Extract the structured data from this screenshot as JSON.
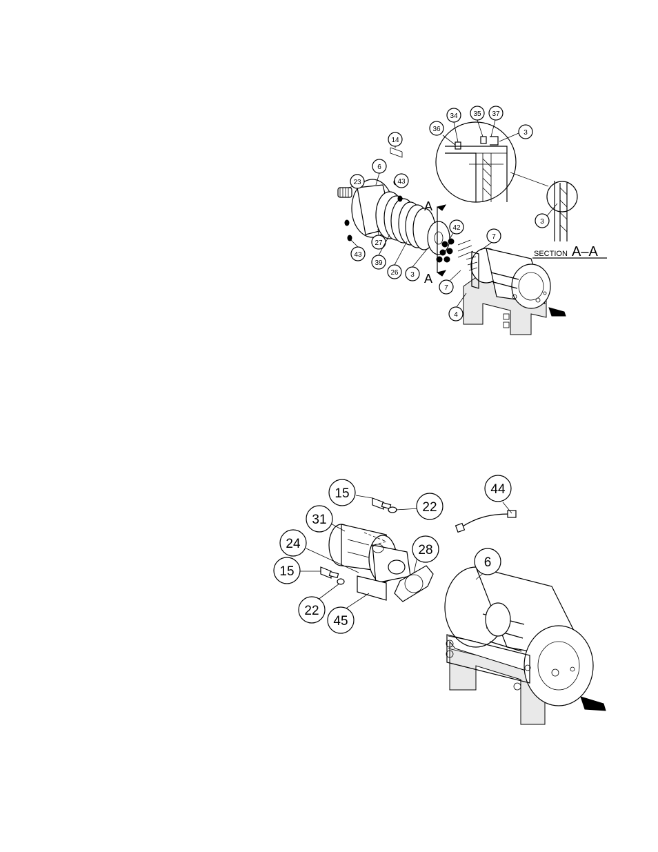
{
  "diagram_top": {
    "callouts": [
      {
        "id": "c-14",
        "text": "14"
      },
      {
        "id": "c-6",
        "text": "6"
      },
      {
        "id": "c-23",
        "text": "23"
      },
      {
        "id": "c-43a",
        "text": "43"
      },
      {
        "id": "c-43b",
        "text": "43"
      },
      {
        "id": "c-27",
        "text": "27"
      },
      {
        "id": "c-39",
        "text": "39"
      },
      {
        "id": "c-26",
        "text": "26"
      },
      {
        "id": "c-3a",
        "text": "3"
      },
      {
        "id": "c-42",
        "text": "42"
      },
      {
        "id": "c-7a",
        "text": "7"
      },
      {
        "id": "c-7b",
        "text": "7"
      },
      {
        "id": "c-4",
        "text": "4"
      },
      {
        "id": "c-36",
        "text": "36"
      },
      {
        "id": "c-34",
        "text": "34"
      },
      {
        "id": "c-35",
        "text": "35"
      },
      {
        "id": "c-37",
        "text": "37"
      },
      {
        "id": "c-3b",
        "text": "3"
      },
      {
        "id": "c-3c",
        "text": "3"
      }
    ],
    "section_marker_top": "A",
    "section_marker_bottom": "A",
    "section_prefix": "SECTION",
    "section_name": "A–A"
  },
  "diagram_bottom": {
    "callouts": [
      {
        "id": "c-15a",
        "text": "15"
      },
      {
        "id": "c-22a",
        "text": "22"
      },
      {
        "id": "c-44",
        "text": "44"
      },
      {
        "id": "c-31",
        "text": "31"
      },
      {
        "id": "c-24",
        "text": "24"
      },
      {
        "id": "c-28",
        "text": "28"
      },
      {
        "id": "c-6b",
        "text": "6"
      },
      {
        "id": "c-15b",
        "text": "15"
      },
      {
        "id": "c-22b",
        "text": "22"
      },
      {
        "id": "c-45",
        "text": "45"
      }
    ]
  },
  "colors": {
    "ink": "#000000",
    "paper": "#ffffff"
  }
}
